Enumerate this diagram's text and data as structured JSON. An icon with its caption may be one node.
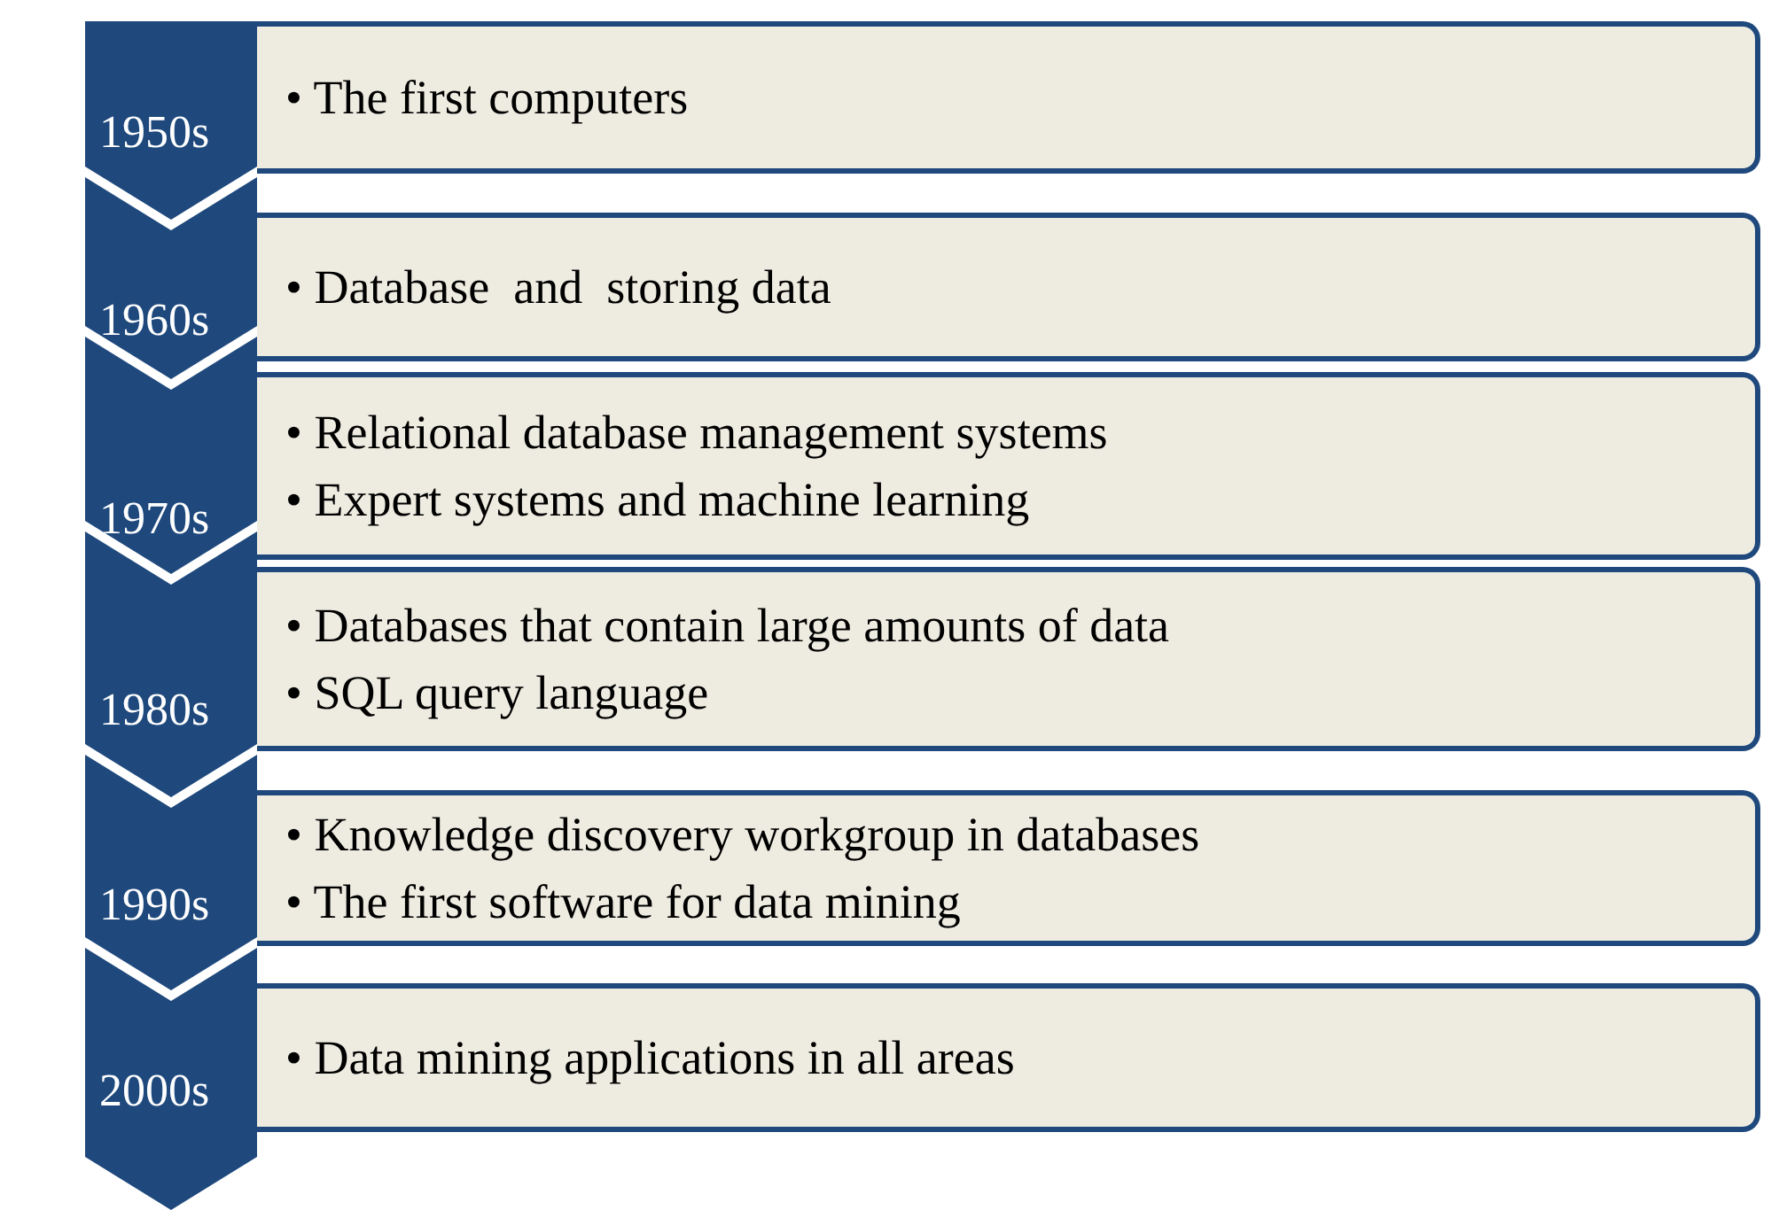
{
  "diagram": {
    "nodes": [
      {
        "text": [
          "1950s"
        ]
      },
      {
        "text": [
          "• The first computers"
        ]
      },
      {
        "text": [
          "1960s"
        ]
      },
      {
        "text": [
          "• Database  and  storing data"
        ]
      },
      {
        "text": [
          "1970s"
        ]
      },
      {
        "text": [
          "• Relational database management systems",
          "• Expert systems and machine learning"
        ]
      },
      {
        "text": [
          "1980s"
        ]
      },
      {
        "text": [
          "• Databases that contain large amounts of data",
          "• SQL query language"
        ]
      },
      {
        "text": [
          "1990s"
        ]
      },
      {
        "text": [
          "• Knowledge discovery workgroup in databases",
          "• The first software for data mining"
        ]
      },
      {
        "text": [
          "2000s"
        ]
      },
      {
        "text": [
          "• Data mining applications in all areas"
        ]
      }
    ],
    "edges": []
  }
}
